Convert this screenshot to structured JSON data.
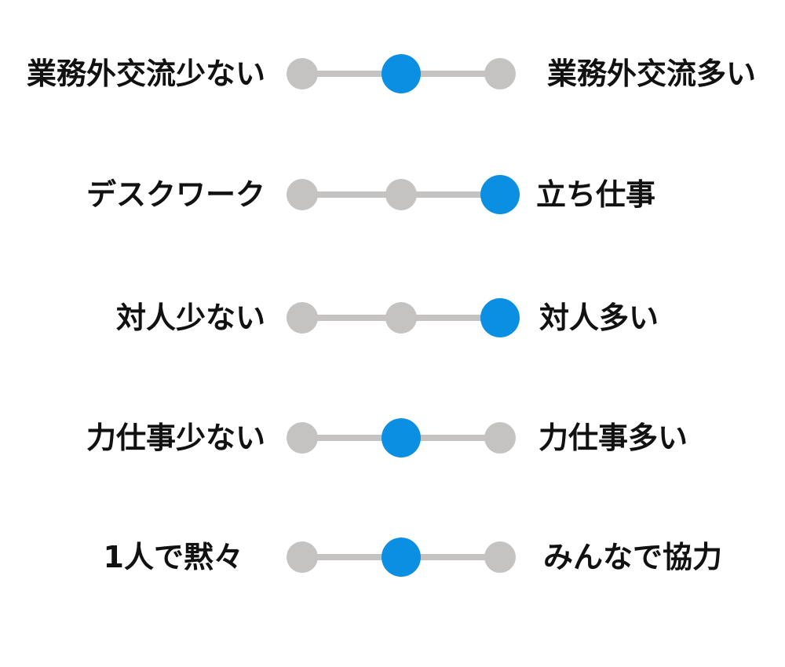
{
  "colors": {
    "track": "#c4c3c2",
    "dot_inactive": "#c4c3c2",
    "dot_selected": "#0a8fe2",
    "text": "#111111"
  },
  "scales": [
    {
      "left_label": "業務外交流少ない",
      "right_label": "業務外交流多い",
      "selected_index": 1,
      "steps": 3
    },
    {
      "left_label": "デスクワーク",
      "right_label": "立ち仕事",
      "selected_index": 2,
      "steps": 3
    },
    {
      "left_label": "対人少ない",
      "right_label": "対人多い",
      "selected_index": 2,
      "steps": 3
    },
    {
      "left_label": "力仕事少ない",
      "right_label": "力仕事多い",
      "selected_index": 1,
      "steps": 3
    },
    {
      "left_label": "1人で黙々",
      "right_label": "みんなで協力",
      "selected_index": 1,
      "steps": 3
    }
  ]
}
